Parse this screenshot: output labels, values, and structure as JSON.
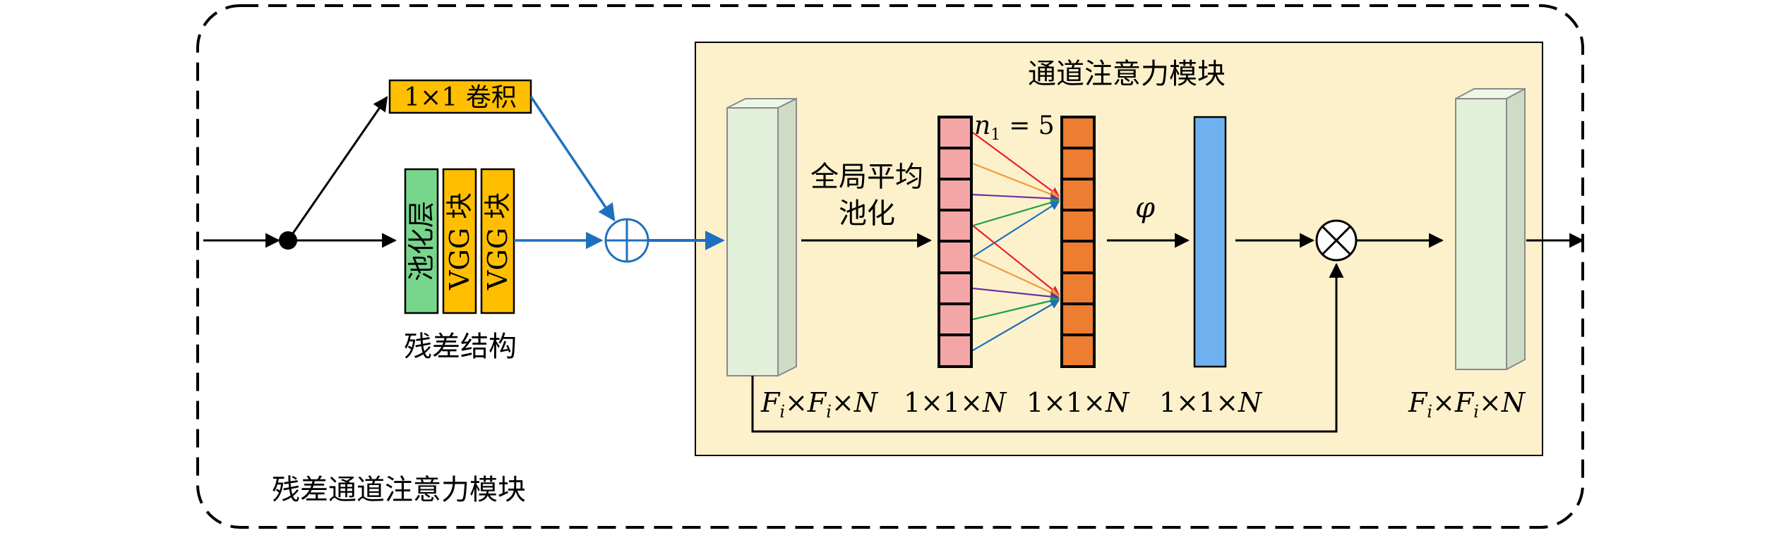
{
  "outer_module_label": "残差通道注意力模块",
  "residual": {
    "conv_label": "1×1 卷积",
    "pool_label": "池化层",
    "vgg_label_1": "VGG 块",
    "vgg_label_2": "VGG 块",
    "caption": "残差结构"
  },
  "attention": {
    "title": "通道注意力模块",
    "gap_line1": "全局平均",
    "gap_line2": "池化",
    "n_label": "n",
    "n_sub": "1",
    "n_value": "= 5",
    "phi": "φ"
  },
  "dims": {
    "input_F1": "F",
    "input_i1": "i",
    "input_x": "×",
    "input_F2": "F",
    "input_i2": "i",
    "input_xN": "×",
    "input_N": "N",
    "d1": "1×1×",
    "d1N": "N",
    "d2": "1×1×",
    "d2N": "N",
    "d3": "1×1×",
    "d3N": "N",
    "out_F1": "F",
    "out_i1": "i",
    "out_x": "×",
    "out_F2": "F",
    "out_i2": "i",
    "out_xN": "×",
    "out_N": "N"
  },
  "colors": {
    "attention_bg": "#fdf1cc",
    "conv_box": "#ffbf00",
    "pool_box": "#77d68c",
    "vgg_box": "#ffbf00",
    "feature_map": "#e2efd9",
    "pooled_vector": "#f4a6a6",
    "hidden_vector": "#ed7d31",
    "weight_vector": "#6fb1ee",
    "blue_arrow": "#1f6fbf",
    "fc_red": "#e8202a",
    "fc_orange": "#f19a3e",
    "fc_purple": "#7030a0",
    "fc_green": "#1aa04a",
    "fc_blue": "#1f6fbf"
  }
}
